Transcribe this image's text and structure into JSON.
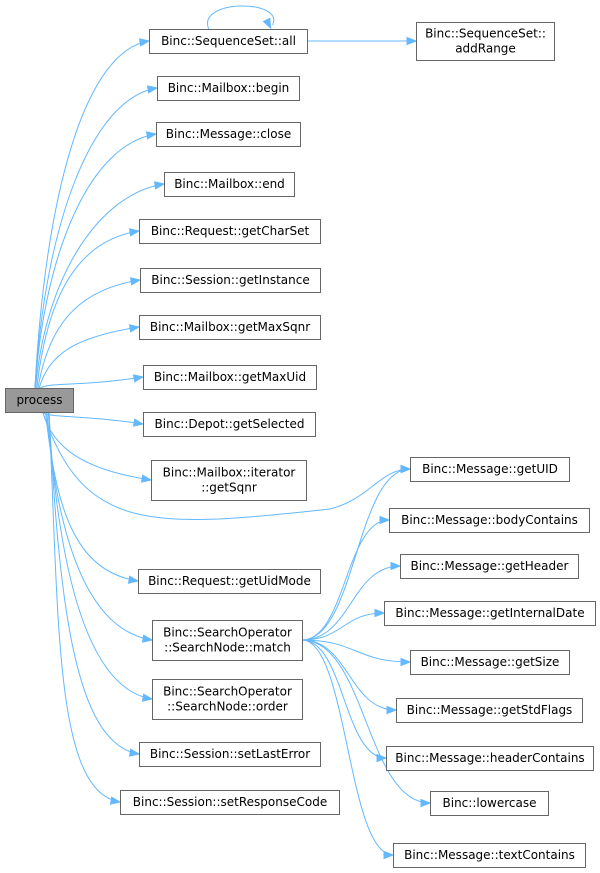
{
  "graph": {
    "root": "process",
    "nodes": [
      {
        "id": "process",
        "lines": [
          "process"
        ],
        "root": true
      },
      {
        "id": "ss_all",
        "lines": [
          "Binc::SequenceSet::all"
        ]
      },
      {
        "id": "ss_addRange",
        "lines": [
          "Binc::SequenceSet::",
          "addRange"
        ]
      },
      {
        "id": "mb_begin",
        "lines": [
          "Binc::Mailbox::begin"
        ]
      },
      {
        "id": "msg_close",
        "lines": [
          "Binc::Message::close"
        ]
      },
      {
        "id": "mb_end",
        "lines": [
          "Binc::Mailbox::end"
        ]
      },
      {
        "id": "req_getCharSet",
        "lines": [
          "Binc::Request::getCharSet"
        ]
      },
      {
        "id": "sess_getInstance",
        "lines": [
          "Binc::Session::getInstance"
        ]
      },
      {
        "id": "mb_getMaxSqnr",
        "lines": [
          "Binc::Mailbox::getMaxSqnr"
        ]
      },
      {
        "id": "mb_getMaxUid",
        "lines": [
          "Binc::Mailbox::getMaxUid"
        ]
      },
      {
        "id": "depot_getSelected",
        "lines": [
          "Binc::Depot::getSelected"
        ]
      },
      {
        "id": "mb_iter_getSqnr",
        "lines": [
          "Binc::Mailbox::iterator",
          "::getSqnr"
        ]
      },
      {
        "id": "msg_getUID",
        "lines": [
          "Binc::Message::getUID"
        ]
      },
      {
        "id": "msg_bodyContains",
        "lines": [
          "Binc::Message::bodyContains"
        ]
      },
      {
        "id": "req_getUidMode",
        "lines": [
          "Binc::Request::getUidMode"
        ]
      },
      {
        "id": "msg_getHeader",
        "lines": [
          "Binc::Message::getHeader"
        ]
      },
      {
        "id": "so_match",
        "lines": [
          "Binc::SearchOperator",
          "::SearchNode::match"
        ]
      },
      {
        "id": "msg_getInternalDate",
        "lines": [
          "Binc::Message::getInternalDate"
        ]
      },
      {
        "id": "msg_getSize",
        "lines": [
          "Binc::Message::getSize"
        ]
      },
      {
        "id": "so_order",
        "lines": [
          "Binc::SearchOperator",
          "::SearchNode::order"
        ]
      },
      {
        "id": "msg_getStdFlags",
        "lines": [
          "Binc::Message::getStdFlags"
        ]
      },
      {
        "id": "sess_setLastError",
        "lines": [
          "Binc::Session::setLastError"
        ]
      },
      {
        "id": "msg_headerContains",
        "lines": [
          "Binc::Message::headerContains"
        ]
      },
      {
        "id": "lowercase",
        "lines": [
          "Binc::lowercase"
        ]
      },
      {
        "id": "sess_setResponseCode",
        "lines": [
          "Binc::Session::setResponseCode"
        ]
      },
      {
        "id": "msg_textContains",
        "lines": [
          "Binc::Message::textContains"
        ]
      }
    ],
    "edges": [
      [
        "process",
        "ss_all"
      ],
      [
        "ss_all",
        "ss_all"
      ],
      [
        "ss_all",
        "ss_addRange"
      ],
      [
        "process",
        "mb_begin"
      ],
      [
        "process",
        "msg_close"
      ],
      [
        "process",
        "mb_end"
      ],
      [
        "process",
        "req_getCharSet"
      ],
      [
        "process",
        "sess_getInstance"
      ],
      [
        "process",
        "mb_getMaxSqnr"
      ],
      [
        "process",
        "mb_getMaxUid"
      ],
      [
        "process",
        "depot_getSelected"
      ],
      [
        "process",
        "mb_iter_getSqnr"
      ],
      [
        "process",
        "msg_getUID"
      ],
      [
        "process",
        "req_getUidMode"
      ],
      [
        "process",
        "so_match"
      ],
      [
        "process",
        "so_order"
      ],
      [
        "process",
        "sess_setLastError"
      ],
      [
        "process",
        "sess_setResponseCode"
      ],
      [
        "so_match",
        "msg_getUID"
      ],
      [
        "so_match",
        "msg_bodyContains"
      ],
      [
        "so_match",
        "msg_getHeader"
      ],
      [
        "so_match",
        "msg_getInternalDate"
      ],
      [
        "so_match",
        "msg_getSize"
      ],
      [
        "so_match",
        "msg_getStdFlags"
      ],
      [
        "so_match",
        "msg_headerContains"
      ],
      [
        "so_match",
        "lowercase"
      ],
      [
        "so_match",
        "msg_textContains"
      ]
    ],
    "colors": {
      "edge": "#63b8ff",
      "node_border": "#666666",
      "root_fill": "#999999",
      "node_fill": "#ffffff"
    }
  }
}
